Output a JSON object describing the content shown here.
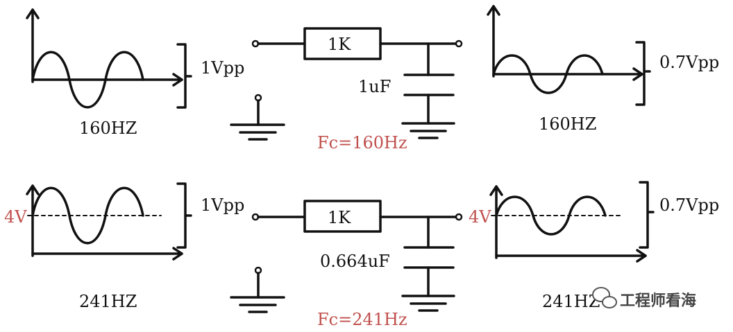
{
  "colors": {
    "ink": "#111111",
    "accent": "#c0504d",
    "watermark": "#444444"
  },
  "top": {
    "input_amplitude": "1Vpp",
    "input_freq": "160HZ",
    "resistor": "1K",
    "capacitor": "1uF",
    "cutoff": "Fc=160Hz",
    "output_amplitude": "0.7Vpp",
    "output_freq": "160HZ"
  },
  "bottom": {
    "dc_level_in": "4V",
    "input_amplitude": "1Vpp",
    "input_freq": "241HZ",
    "resistor": "1K",
    "capacitor": "0.664uF",
    "cutoff": "Fc=241Hz",
    "dc_level_out": "4V",
    "output_amplitude": "0.7Vpp",
    "output_freq": "241HZ"
  },
  "watermark": {
    "text": "工程师看海",
    "icon": "wechat-icon"
  }
}
